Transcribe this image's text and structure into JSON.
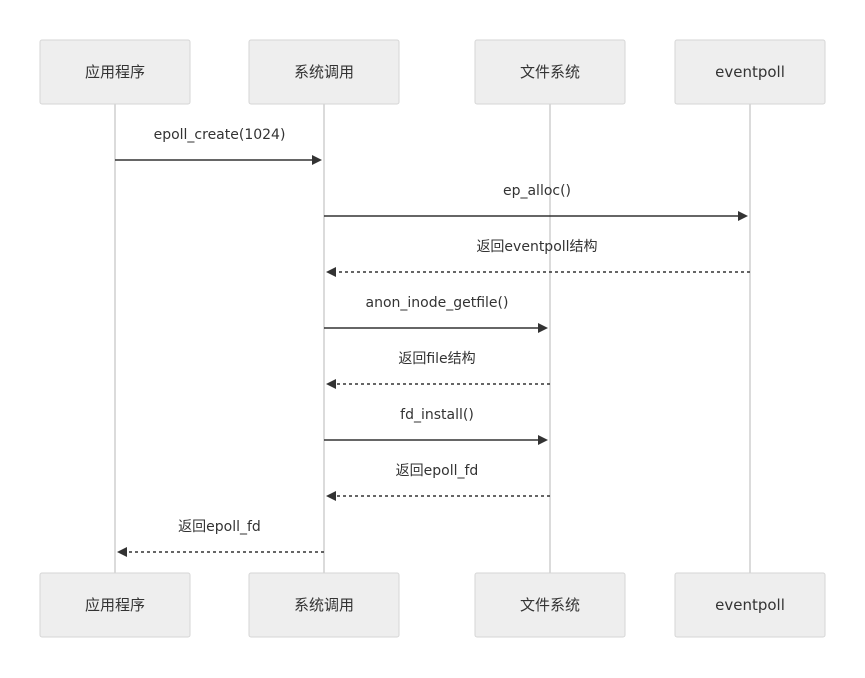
{
  "participants": [
    {
      "id": "app",
      "label": "应用程序"
    },
    {
      "id": "syscall",
      "label": "系统调用"
    },
    {
      "id": "fs",
      "label": "文件系统"
    },
    {
      "id": "eventpoll",
      "label": "eventpoll"
    }
  ],
  "messages": [
    {
      "from": "app",
      "to": "syscall",
      "label": "epoll_create(1024)",
      "style": "solid"
    },
    {
      "from": "syscall",
      "to": "eventpoll",
      "label": "ep_alloc()",
      "style": "solid"
    },
    {
      "from": "eventpoll",
      "to": "syscall",
      "label": "返回eventpoll结构",
      "style": "dashed"
    },
    {
      "from": "syscall",
      "to": "fs",
      "label": "anon_inode_getfile()",
      "style": "solid"
    },
    {
      "from": "fs",
      "to": "syscall",
      "label": "返回file结构",
      "style": "dashed"
    },
    {
      "from": "syscall",
      "to": "fs",
      "label": "fd_install()",
      "style": "solid"
    },
    {
      "from": "fs",
      "to": "syscall",
      "label": "返回epoll_fd",
      "style": "dashed"
    },
    {
      "from": "syscall",
      "to": "app",
      "label": "返回epoll_fd",
      "style": "dashed"
    }
  ]
}
